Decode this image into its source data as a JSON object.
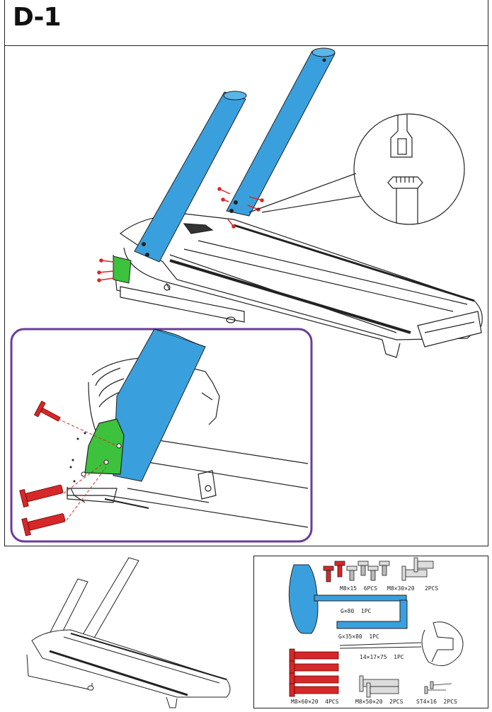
{
  "step": {
    "label": "D-1"
  },
  "parts": {
    "items": [
      {
        "size": "M8×15",
        "qty": "6PCS"
      },
      {
        "size": "M8×30×20",
        "qty": "2PCS"
      },
      {
        "size": "G×80",
        "qty": "1PC"
      },
      {
        "size": "G×35×80",
        "qty": "1PC"
      },
      {
        "size": "14×17×75",
        "qty": "1PC"
      },
      {
        "size": "M8×60×20",
        "qty": "4PCS"
      },
      {
        "size": "M8×50×20",
        "qty": "2PCS"
      },
      {
        "size": "ST4×16",
        "qty": "2PCS"
      }
    ]
  },
  "colors": {
    "upright_blue": "#3aa0dd",
    "bracket_green": "#3cc23c",
    "bolt_red": "#d62828",
    "detail_frame_purple": "#6a3d9a",
    "line": "#222222"
  }
}
